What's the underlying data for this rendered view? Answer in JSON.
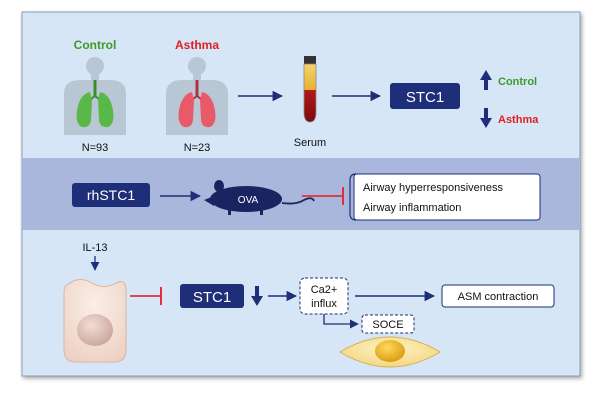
{
  "top_panel": {
    "control_label": "Control",
    "asthma_label": "Asthma",
    "control_n": "N=93",
    "asthma_n": "N=23",
    "serum_label": "Serum",
    "stc1_box": "STC1",
    "up_label": "Control",
    "down_label": "Asthma"
  },
  "middle_panel": {
    "rhstc1_box": "rhSTC1",
    "mouse_label": "OVA",
    "outcomes": [
      "Airway hyperresponsiveness",
      "Airway inflammation"
    ]
  },
  "bottom_panel": {
    "il13_label": "IL-13",
    "stc1_box": "STC1",
    "ca_line1": "Ca2+",
    "ca_line2": "influx",
    "soce_label": "SOCE",
    "asm_label": "ASM contraction"
  },
  "colors": {
    "panel_bg": "#d6e6f6",
    "band_bg": "#a9b7dc",
    "navy": "#1e2e78",
    "control_green": "#3c9a2a",
    "asthma_red": "#e02020",
    "inhibit_red": "#e0303a",
    "lung_green": "#58b848",
    "lung_red": "#e85a6a"
  }
}
